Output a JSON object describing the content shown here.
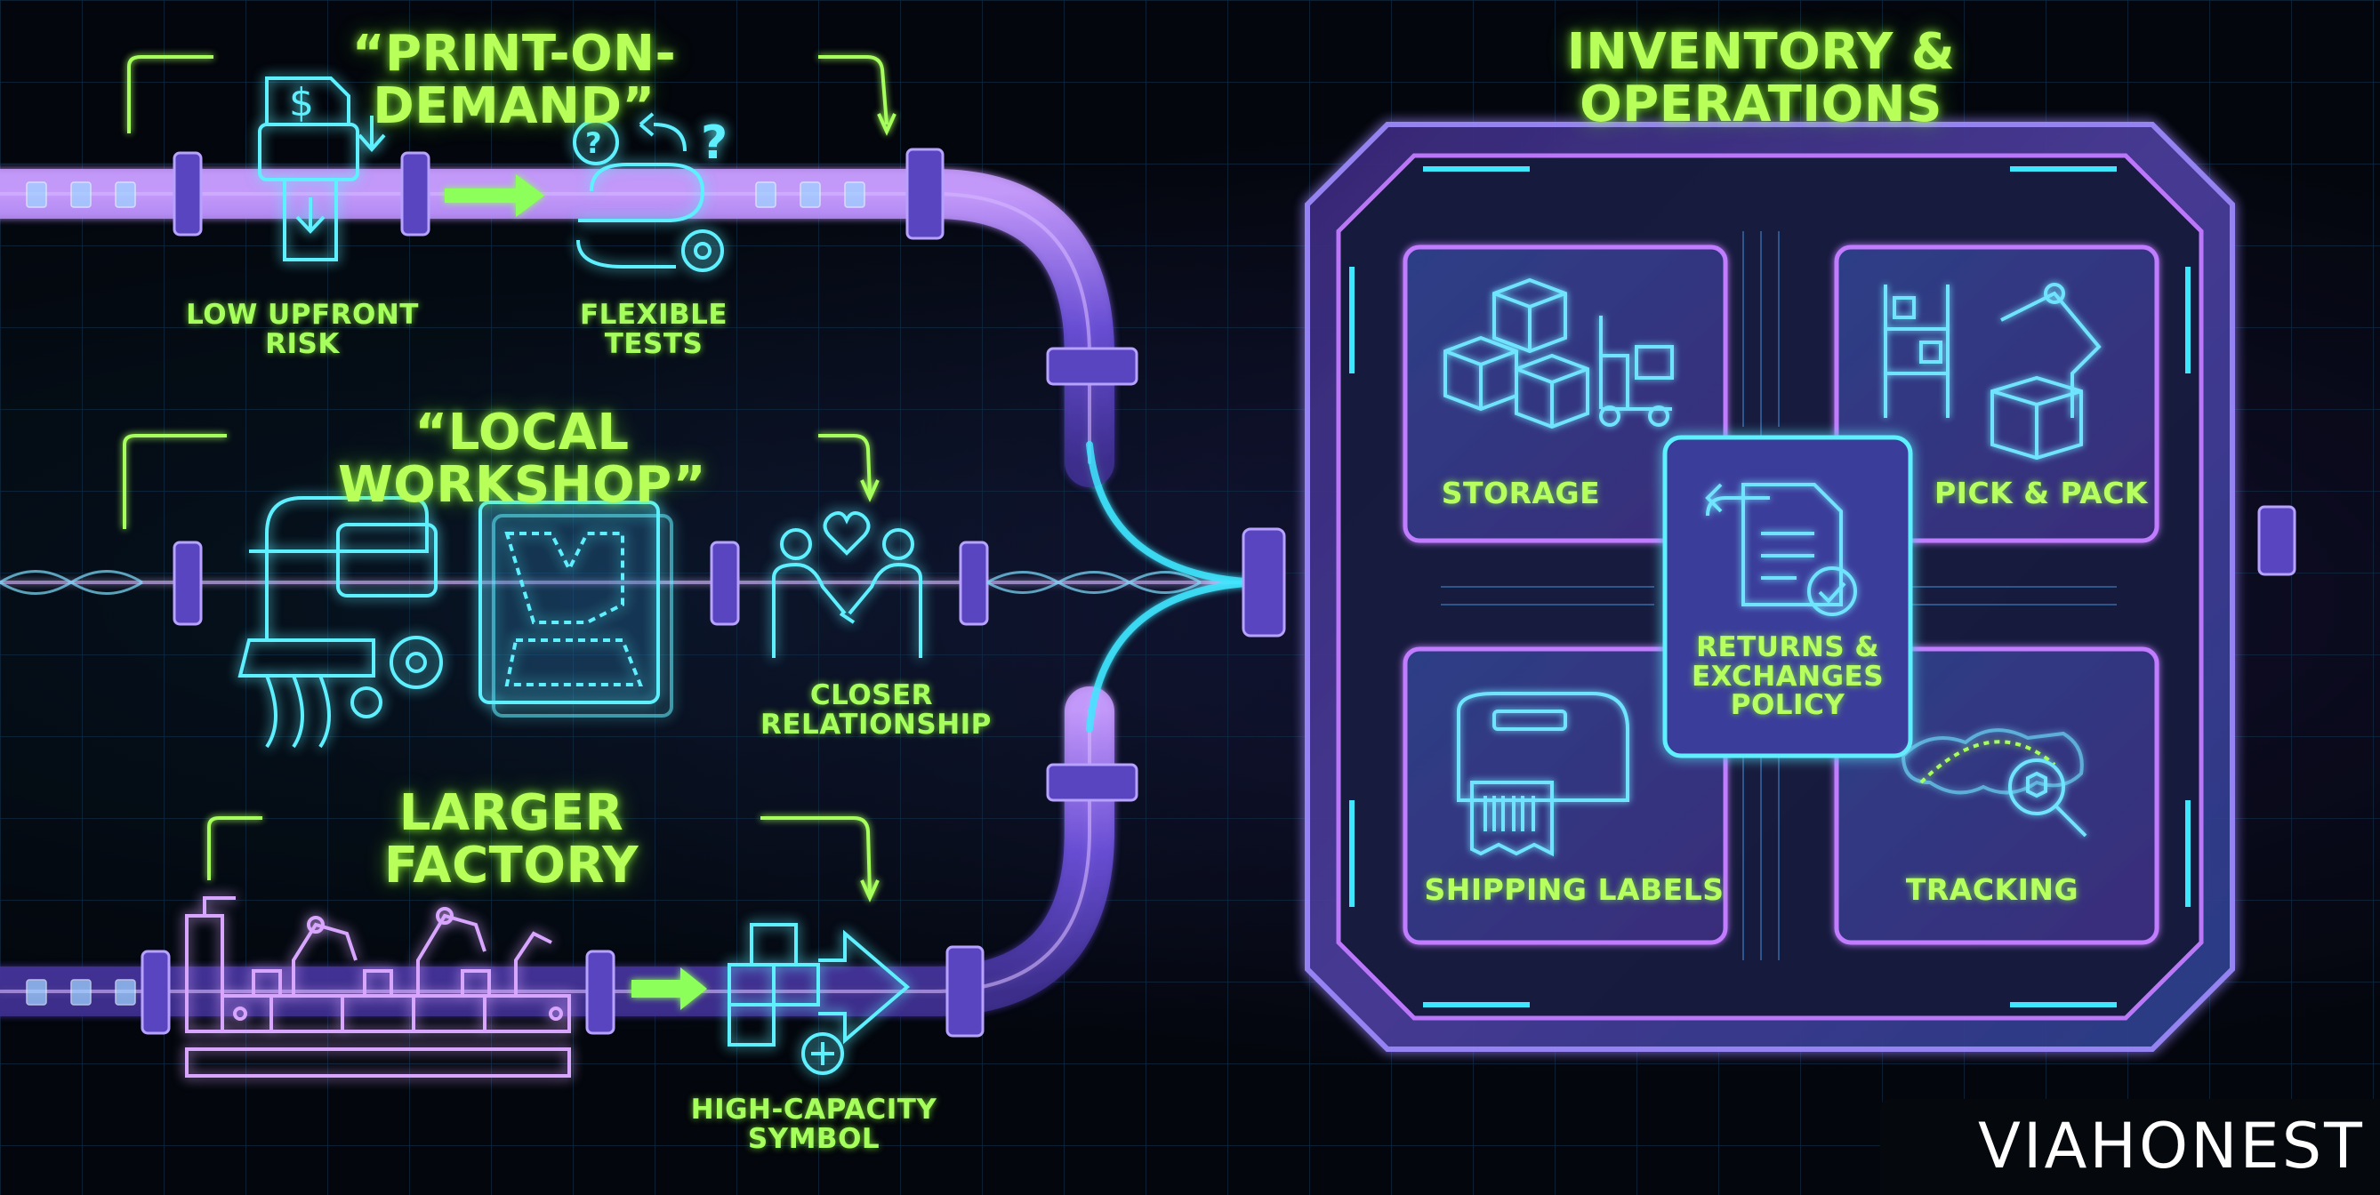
{
  "diagram": {
    "stages": [
      {
        "title": "“PRINT-ON-DEMAND”",
        "benefits": [
          "LOW UPFRONT\nRISK",
          "FLEXIBLE\nTESTS"
        ]
      },
      {
        "title": "“LOCAL WORKSHOP”",
        "benefits": [
          "CLOSER\nRELATIONSHIP"
        ]
      },
      {
        "title": "LARGER FACTORY",
        "benefits": [
          "HIGH-CAPACITY\nSYMBOL"
        ]
      }
    ],
    "hub": {
      "title": "INVENTORY & OPERATIONS",
      "tiles": [
        "STORAGE",
        "PICK & PACK",
        "SHIPPING LABELS",
        "TRACKING"
      ],
      "center": "RETURNS &\nEXCHANGES\nPOLICY"
    }
  },
  "brand": {
    "name": "VIAHONEST",
    "logo_icon": "qr-code-icon"
  },
  "colors": {
    "green": "#b8ff5a",
    "cyan": "#3fe6ff",
    "purple": "#b46bff",
    "background": "#03060c"
  }
}
